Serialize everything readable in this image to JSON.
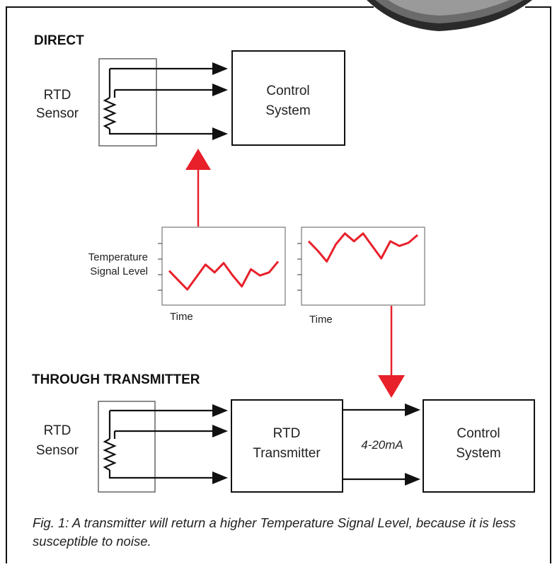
{
  "direct": {
    "heading": "DIRECT",
    "sensor_label_line1": "RTD",
    "sensor_label_line2": "Sensor",
    "control_line1": "Control",
    "control_line2": "System"
  },
  "graphs": {
    "ylabel_line1": "Temperature",
    "ylabel_line2": "Signal Level",
    "left_xlabel": "Time",
    "right_xlabel": "Time",
    "left_signal": [
      2.2,
      1.6,
      1.0,
      1.8,
      2.6,
      2.1,
      2.7,
      1.9,
      1.2,
      2.3,
      1.9,
      2.1,
      2.8
    ],
    "right_signal": [
      4.1,
      3.5,
      2.8,
      3.9,
      4.6,
      4.1,
      4.6,
      3.8,
      3.0,
      4.1,
      3.8,
      4.0,
      4.5
    ],
    "y_range": [
      0,
      5
    ],
    "signal_color": "#e8202a",
    "arrow_color": "#e8202a"
  },
  "transmitter": {
    "heading": "THROUGH TRANSMITTER",
    "sensor_label_line1": "RTD",
    "sensor_label_line2": "Sensor",
    "tx_line1": "RTD",
    "tx_line2": "Transmitter",
    "signal_label": "4-20mA",
    "control_line1": "Control",
    "control_line2": "System"
  },
  "caption": "Fig. 1:  A transmitter will return a higher Temperature Signal Level, because it is less susceptible to noise."
}
